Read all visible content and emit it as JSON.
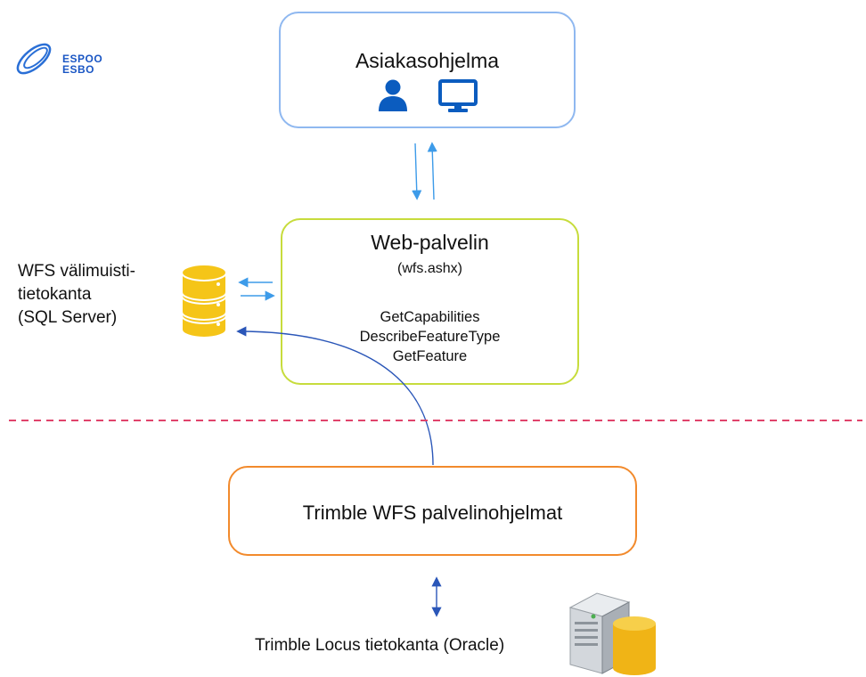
{
  "logo": {
    "line1": "ESPOO",
    "line2": "ESBO"
  },
  "client": {
    "title": "Asiakasohjelma",
    "icons": [
      "user-icon",
      "monitor-icon"
    ]
  },
  "web_server": {
    "title": "Web-palvelin",
    "subtitle": "(wfs.ashx)",
    "operations": [
      "GetCapabilities",
      "DescribeFeatureType",
      "GetFeature"
    ]
  },
  "cache_db": {
    "label_lines": [
      "WFS välimuisti-",
      "tietokanta",
      "(SQL Server)"
    ],
    "icon": "database-stack-icon"
  },
  "trimble_service": {
    "title": "Trimble WFS palvelinohjelmat"
  },
  "oracle_db": {
    "label": "Trimble Locus tietokanta (Oracle)",
    "icon": "server-database-icon"
  },
  "colors": {
    "client_border": "#8fb8f0",
    "web_border": "#c7dc3c",
    "trimble_border": "#f28a2c",
    "divider": "#e0436b",
    "arrow_light": "#3d9be9",
    "arrow_dark": "#2a56b8",
    "icon_blue": "#0b5cbf",
    "db_yellow": "#f5c518"
  }
}
